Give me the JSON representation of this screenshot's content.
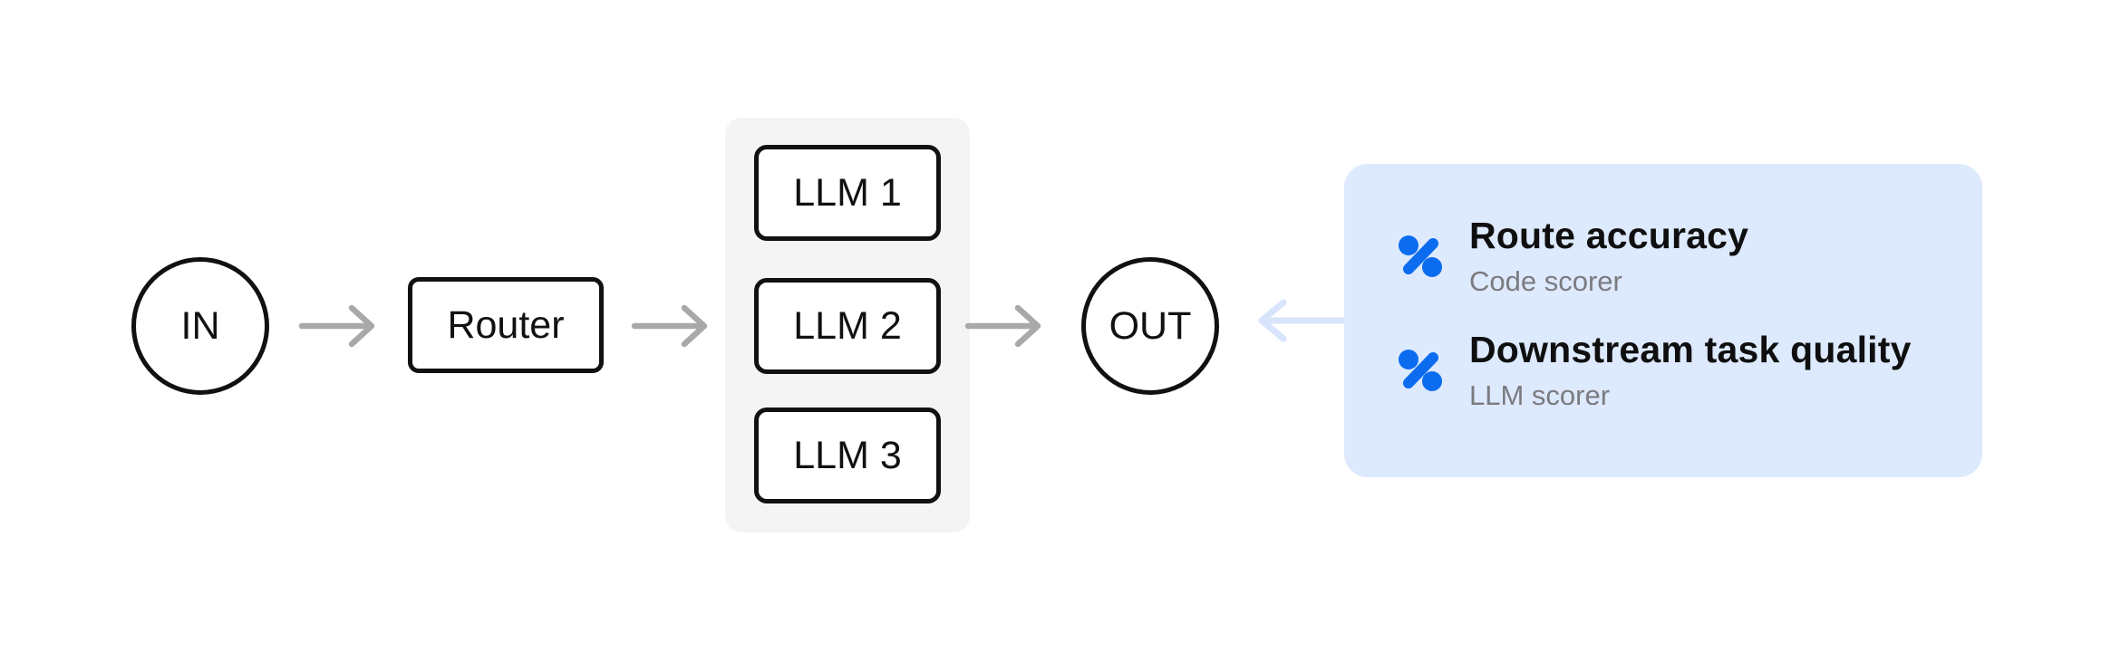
{
  "flow": {
    "in_label": "IN",
    "router_label": "Router",
    "llm_group": {
      "items": [
        {
          "label": "LLM 1"
        },
        {
          "label": "LLM 2"
        },
        {
          "label": "LLM 3"
        }
      ]
    },
    "out_label": "OUT"
  },
  "scorers_card": {
    "items": [
      {
        "icon": "percent-icon",
        "title": "Route accuracy",
        "subtitle": "Code scorer"
      },
      {
        "icon": "percent-icon",
        "title": "Downstream task quality",
        "subtitle": "LLM scorer"
      }
    ]
  },
  "colors": {
    "node_stroke": "#111111",
    "node_text": "#111111",
    "arrow_gray": "#a9a9ab",
    "arrow_blue": "#d7e4fb",
    "group_bg": "#f4f4f5",
    "card_bg": "#dde9fc",
    "icon_blue": "#0b6cf0",
    "title_text": "#0f0f10",
    "subtitle_text": "#7b7b80"
  }
}
